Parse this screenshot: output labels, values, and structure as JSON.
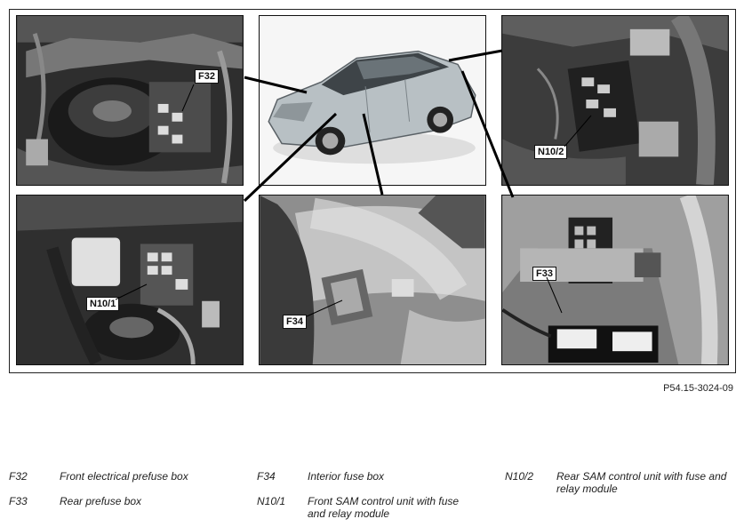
{
  "callouts": {
    "f32": "F32",
    "n10_2": "N10/2",
    "n10_1": "N10/1",
    "f34": "F34",
    "f33": "F33"
  },
  "figure_code": "P54.15-3024-09",
  "legend": [
    {
      "code": "F32",
      "description": "Front electrical prefuse box"
    },
    {
      "code": "F33",
      "description": "Rear prefuse box"
    },
    {
      "code": "F34",
      "description": "Interior fuse box"
    },
    {
      "code": "N10/1",
      "description": "Front SAM control unit with fuse and relay module"
    },
    {
      "code": "N10/2",
      "description": "Rear SAM control unit with fuse and relay module"
    }
  ],
  "colors": {
    "photo_dark": "#2a2a2a",
    "photo_mid": "#6b6b6b",
    "photo_light": "#cfcfcf",
    "car_body": "#b8c0c4",
    "line": "#000000"
  }
}
